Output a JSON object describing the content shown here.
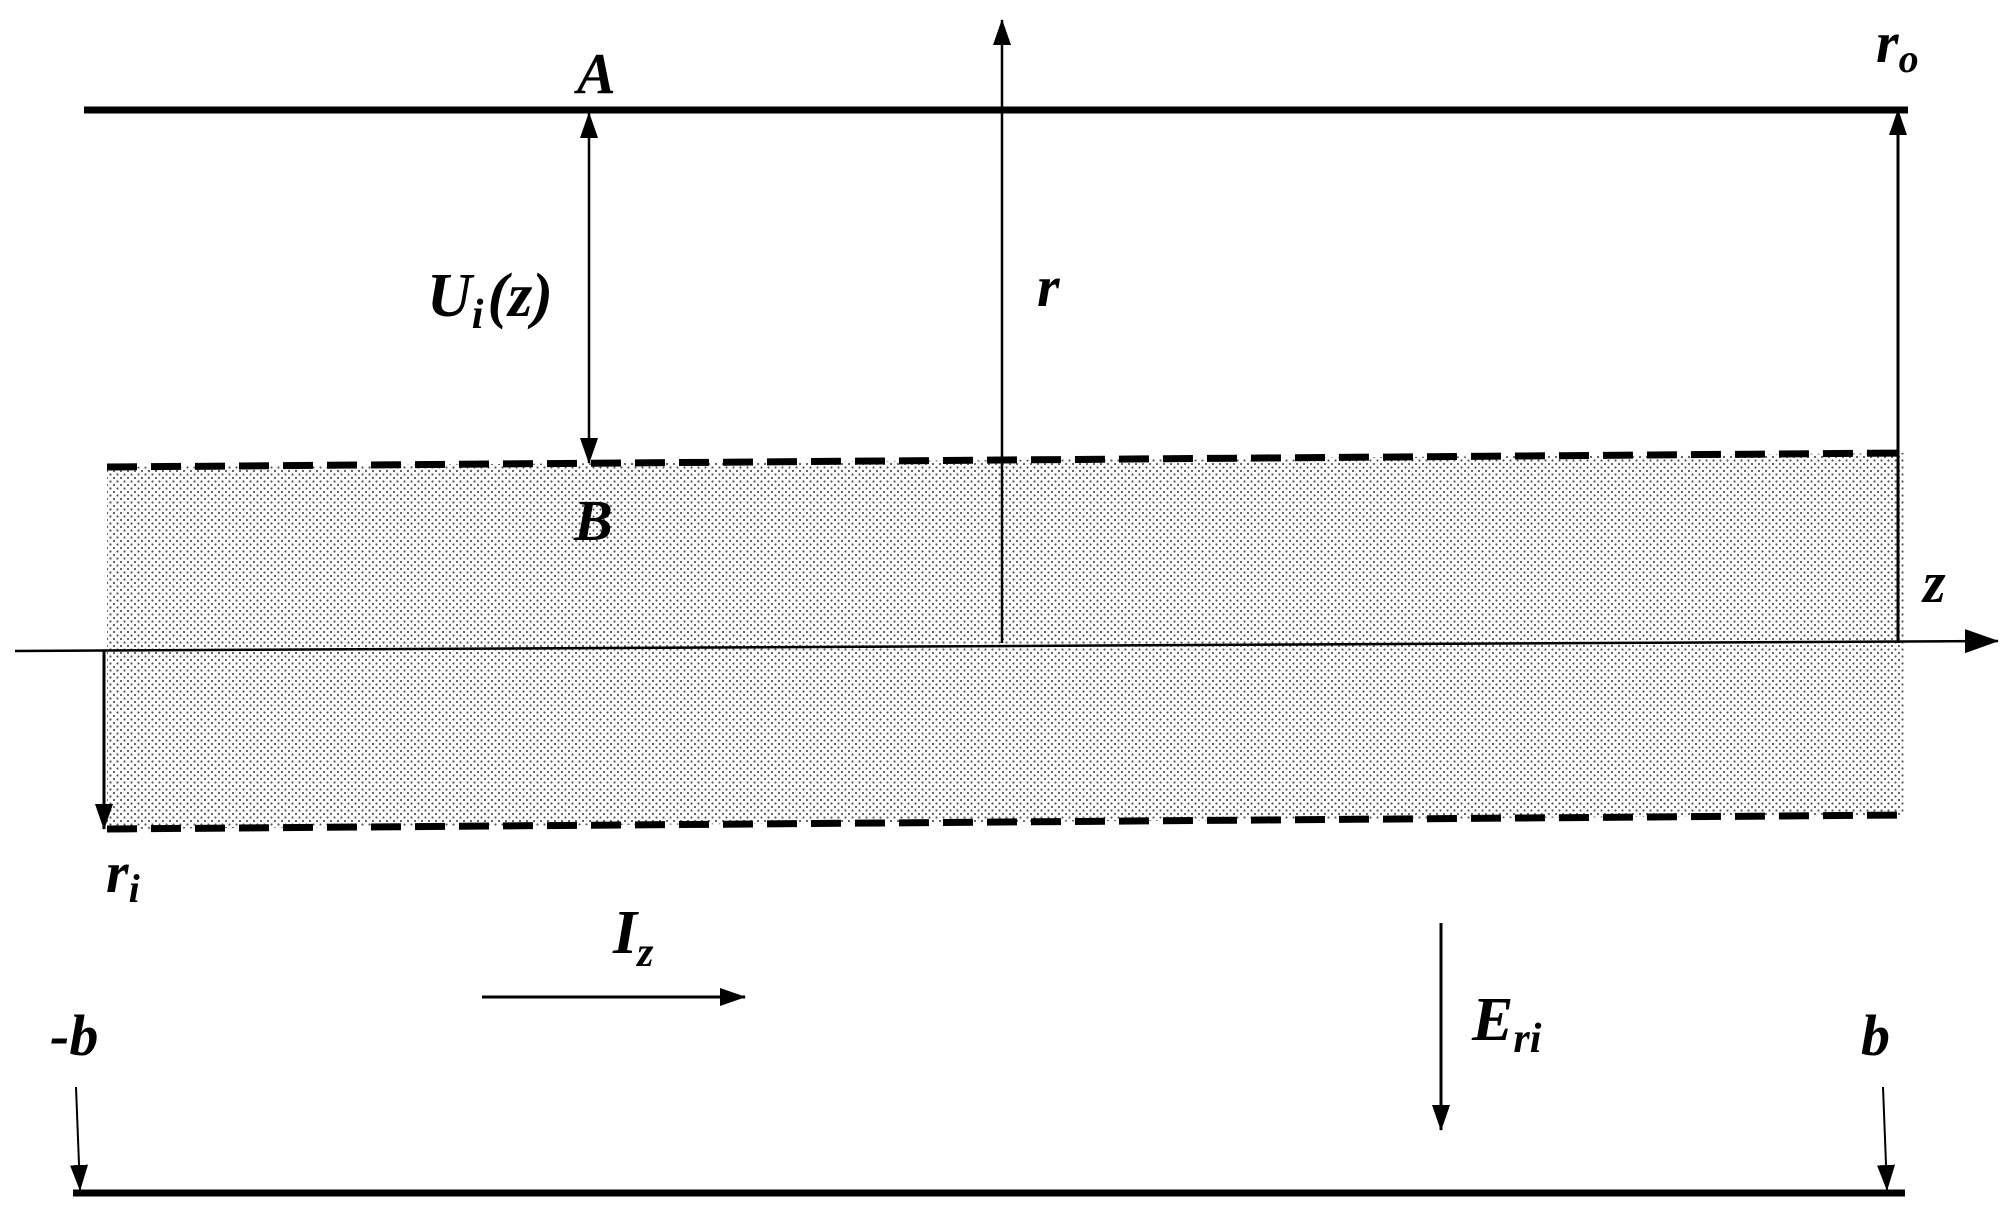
{
  "labels": {
    "A": "A",
    "B": "B",
    "r": "r",
    "z": "z",
    "r_o_main": "r",
    "r_o_sub": "o",
    "r_i_main": "r",
    "r_i_sub": "i",
    "U_main": "U",
    "U_sub": "i",
    "U_arg": "(z)",
    "I_main": "I",
    "I_sub": "z",
    "E_main": "E",
    "E_sub": "ri",
    "minus_b": "-b",
    "b": "b"
  },
  "colors": {
    "ink": "#000000",
    "stipple": "#555555",
    "background": "#ffffff"
  }
}
